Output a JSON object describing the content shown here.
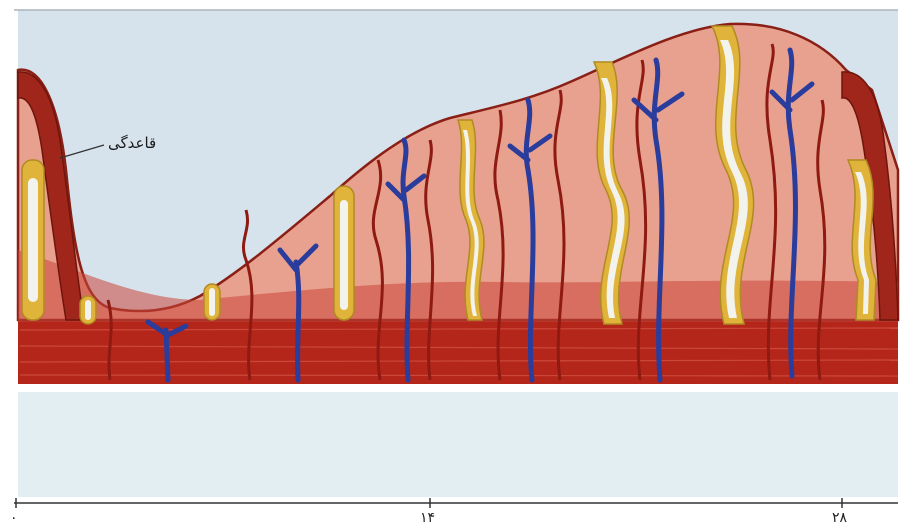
{
  "figure": {
    "callout_label": "قاعدگی",
    "axis_ticks": [
      "۰",
      "۱۴",
      "۲۸"
    ],
    "colors": {
      "sky": "#d7e3ec",
      "lower_panel": "#e3eef3",
      "endometrium_fill": "#e8a08f",
      "endometrium_edge": "#8a1f15",
      "myometrium": "#b5261a",
      "artery": "#8e1a12",
      "vein": "#2a3c9c",
      "gland_outer": "#e0b43a",
      "gland_inner": "#f3f3ee"
    }
  }
}
